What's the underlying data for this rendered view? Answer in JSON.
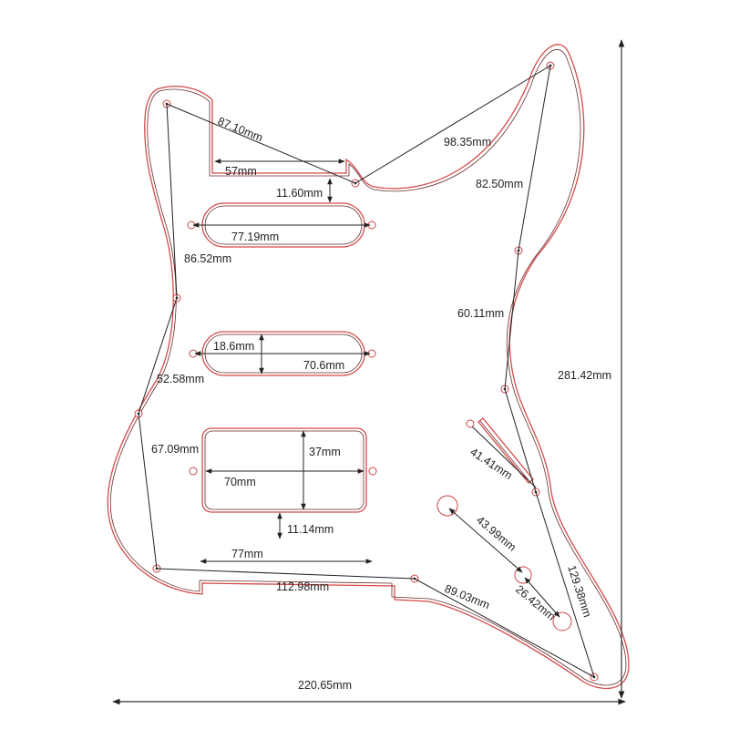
{
  "dimensions": {
    "d_87_10": "87.10mm",
    "d_98_35": "98.35mm",
    "d_57": "57mm",
    "d_11_60": "11.60mm",
    "d_82_50": "82.50mm",
    "d_77_19": "77.19mm",
    "d_86_52": "86.52mm",
    "d_60_11": "60.11mm",
    "d_18_6": "18.6mm",
    "d_70_6": "70.6mm",
    "d_52_58": "52.58mm",
    "d_281_42": "281.42mm",
    "d_41_41": "41.41mm",
    "d_67_09": "67.09mm",
    "d_37": "37mm",
    "d_70": "70mm",
    "d_43_99": "43.99mm",
    "d_11_14": "11.14mm",
    "d_77": "77mm",
    "d_112_98": "112.98mm",
    "d_89_03": "89.03mm",
    "d_26_42": "26.42mm",
    "d_129_38": "129.38mm",
    "d_220_65": "220.65mm"
  },
  "colors": {
    "outline": "#d44a4a",
    "dimension_line": "#222222"
  }
}
